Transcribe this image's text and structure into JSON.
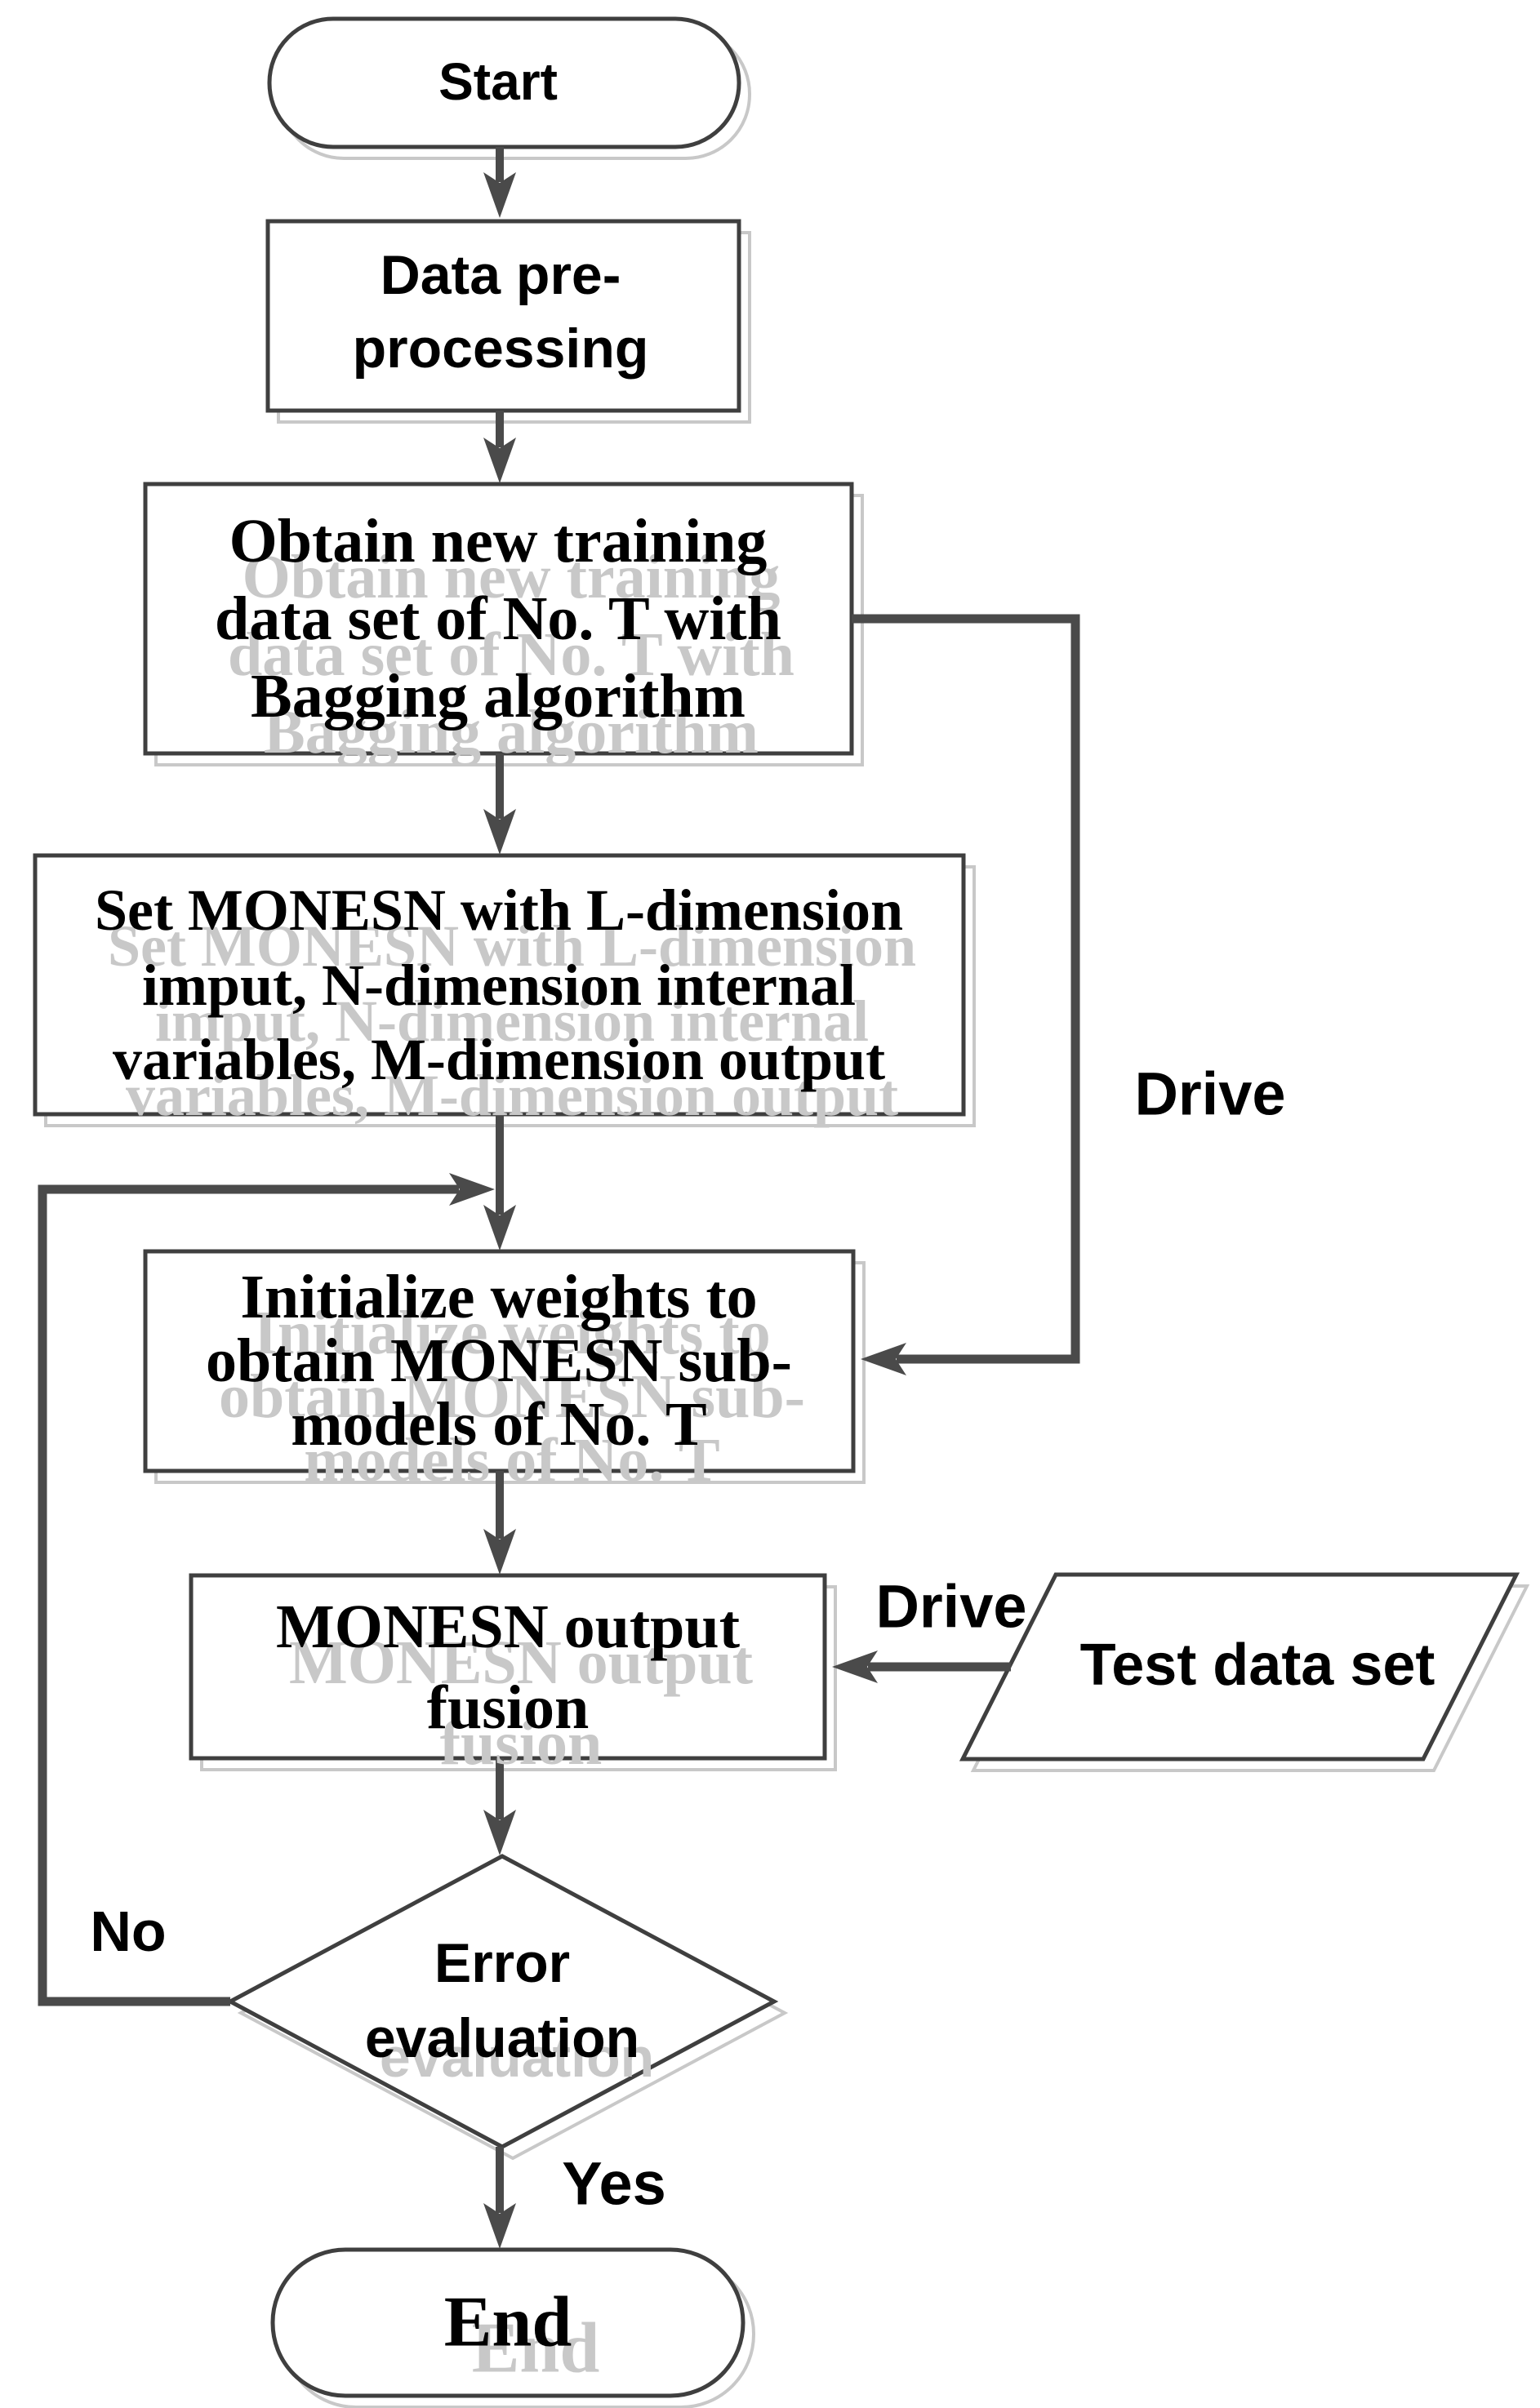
{
  "figure": {
    "type": "flowchart",
    "colors": {
      "background": "#ffffff",
      "border": "#3f3f3f",
      "connector": "#4a4a4a",
      "shadow": "#c8c8c8",
      "text": "#000000"
    },
    "nodes": {
      "start": {
        "shape": "terminator",
        "label": "Start"
      },
      "preprocess": {
        "shape": "process",
        "lines": [
          "Data pre-",
          "processing"
        ]
      },
      "obtain": {
        "shape": "process",
        "lines": [
          "Obtain new training",
          "data set of No. T with",
          "Bagging algorithm"
        ]
      },
      "set_monesn": {
        "shape": "process",
        "lines": [
          "Set MONESN with L-dimension",
          "imput, N-dimension internal",
          "variables, M-dimension output"
        ]
      },
      "initialize": {
        "shape": "process",
        "lines": [
          "Initialize weights to",
          "obtain MONESN sub-",
          "models of No. T"
        ]
      },
      "fusion": {
        "shape": "process",
        "lines": [
          "MONESN output",
          "fusion"
        ]
      },
      "test_data": {
        "shape": "data",
        "label": "Test data set"
      },
      "error_eval": {
        "shape": "decision",
        "lines": [
          "Error",
          "evaluation"
        ]
      },
      "end": {
        "shape": "terminator",
        "label": "End"
      }
    },
    "edge_labels": {
      "drive_right": "Drive",
      "drive_test": "Drive",
      "no": "No",
      "yes": "Yes"
    }
  }
}
